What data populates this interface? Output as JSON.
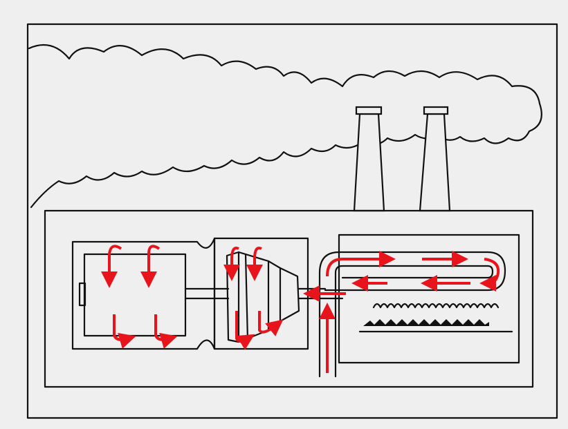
{
  "diagram": {
    "subject": "power-plant",
    "colors": {
      "background": "#efefef",
      "line": "#111111",
      "flow_arrow": "#e8141c"
    },
    "components": [
      "smoke-cloud",
      "chimney",
      "chimney",
      "generator",
      "turbine",
      "boiler",
      "fire",
      "steam-pipe"
    ]
  }
}
